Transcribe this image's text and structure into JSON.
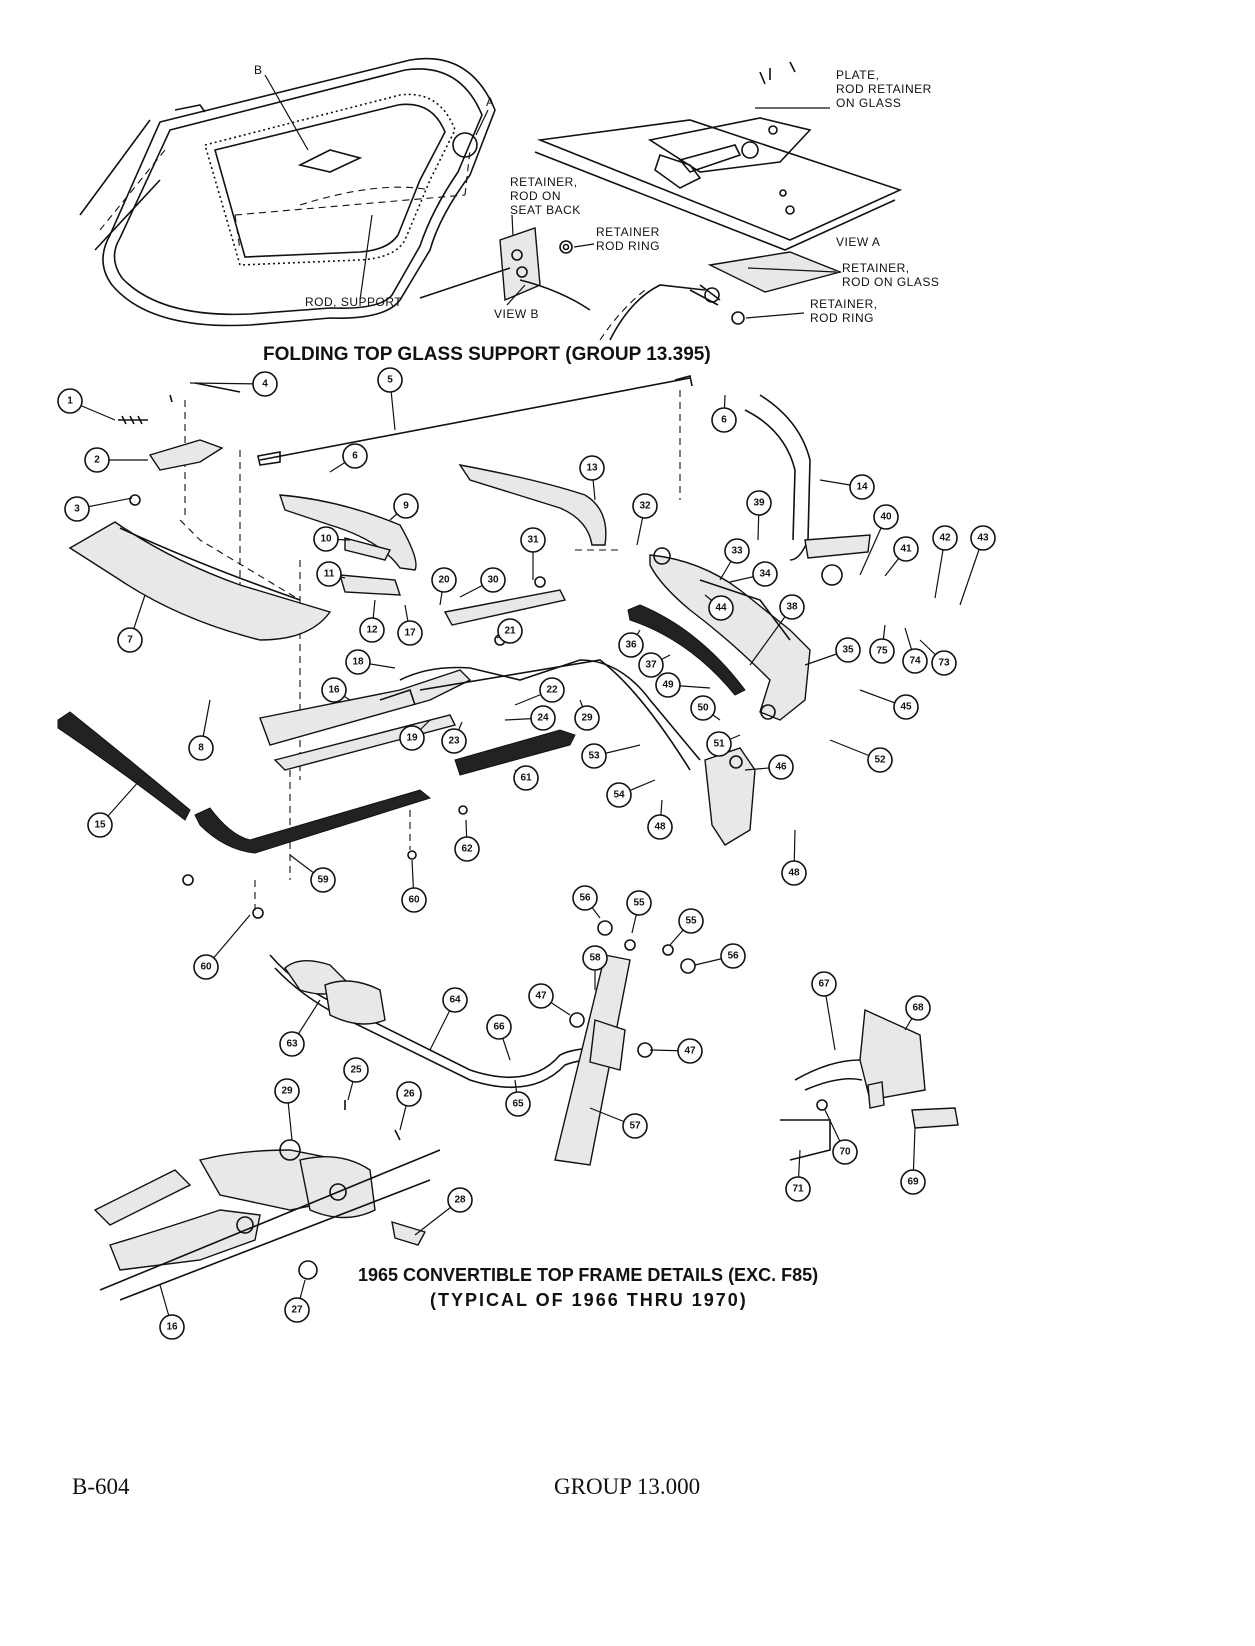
{
  "glass_support": {
    "title": "FOLDING TOP GLASS SUPPORT (GROUP 13.395)",
    "labels": {
      "b": "B",
      "a": "A",
      "plate_line1": "PLATE,",
      "plate_line2": "ROD RETAINER",
      "plate_line3": "ON GLASS",
      "retainer_seat_line1": "RETAINER,",
      "retainer_seat_line2": "ROD ON",
      "retainer_seat_line3": "SEAT BACK",
      "ring_b_line1": "RETAINER",
      "ring_b_line2": "ROD RING",
      "view_a": "VIEW A",
      "view_b": "VIEW B",
      "retainer_glass_line1": "RETAINER,",
      "retainer_glass_line2": "ROD ON GLASS",
      "ring_a_line1": "RETAINER,",
      "ring_a_line2": "ROD RING",
      "rod_support": "ROD, SUPPORT"
    }
  },
  "frame_details": {
    "title_line1": "1965 CONVERTIBLE TOP FRAME DETAILS (EXC. F85)",
    "title_line2": "(TYPICAL OF 1966 THRU 1970)",
    "callouts": [
      "1",
      "2",
      "3",
      "4",
      "5",
      "6",
      "6",
      "7",
      "8",
      "9",
      "10",
      "11",
      "12",
      "13",
      "14",
      "15",
      "16",
      "17",
      "18",
      "19",
      "20",
      "21",
      "22",
      "23",
      "24",
      "29",
      "30",
      "31",
      "32",
      "33",
      "34",
      "35",
      "36",
      "37",
      "38",
      "39",
      "40",
      "41",
      "42",
      "43",
      "44",
      "45",
      "46",
      "48",
      "48",
      "49",
      "50",
      "51",
      "52",
      "53",
      "54",
      "59",
      "60",
      "60",
      "61",
      "62",
      "73",
      "74",
      "75",
      "56",
      "55",
      "55",
      "56",
      "58",
      "47",
      "47",
      "67",
      "68",
      "63",
      "64",
      "66",
      "65",
      "57",
      "70",
      "69",
      "71",
      "29",
      "25",
      "26",
      "28",
      "27",
      "16"
    ]
  },
  "footer": {
    "page": "B-604",
    "group": "GROUP 13.000"
  }
}
